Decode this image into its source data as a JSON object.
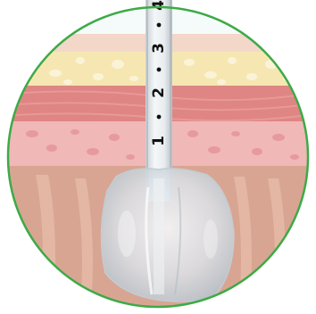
{
  "illustration": {
    "tube_markings": [
      "1",
      "2",
      "3",
      "4"
    ],
    "colors": {
      "ring": "#3daa47",
      "epidermis": "#f3d7c9",
      "fat": "#f6e7b2",
      "fat_cells": "#fbf3d8",
      "dermis": "#df8584",
      "muscle": "#f0b8b7",
      "muscle_spots": "#e79a9e",
      "deep_tissue": "#d9a593",
      "tube": "#e6ebee",
      "balloon": "#dfe5ea"
    }
  }
}
